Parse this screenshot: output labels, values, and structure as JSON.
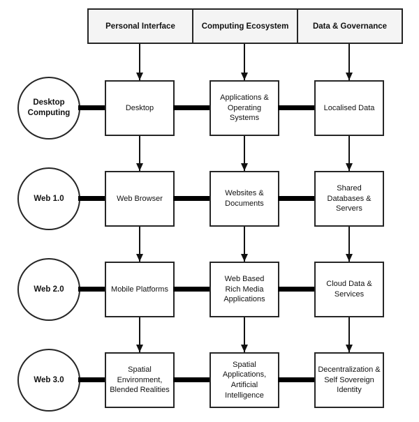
{
  "header_columns": [
    {
      "label": "Personal Interface"
    },
    {
      "label": "Computing Ecosystem"
    },
    {
      "label": "Data & Governance"
    }
  ],
  "rows": [
    {
      "era": "Desktop\nComputing",
      "cells": [
        "Desktop",
        "Applications &\nOperating\nSystems",
        "Localised Data"
      ]
    },
    {
      "era": "Web 1.0",
      "cells": [
        "Web Browser",
        "Websites &\nDocuments",
        "Shared\nDatabases &\nServers"
      ]
    },
    {
      "era": "Web 2.0",
      "cells": [
        "Mobile Platforms",
        "Web Based\nRich Media\nApplications",
        "Cloud Data &\nServices"
      ]
    },
    {
      "era": "Web 3.0",
      "cells": [
        "Spatial\nEnvironment,\nBlended Realities",
        "Spatial\nApplications,\nArtificial\nIntelligence",
        "Decentralization &\nSelf Sovereign\nIdentity"
      ]
    }
  ],
  "colors": {
    "background": "#ffffff",
    "header_fill": "#f4f4f4",
    "box_fill": "#ffffff",
    "border": "#262626",
    "connector": "#000000",
    "arrow": "#111111"
  }
}
